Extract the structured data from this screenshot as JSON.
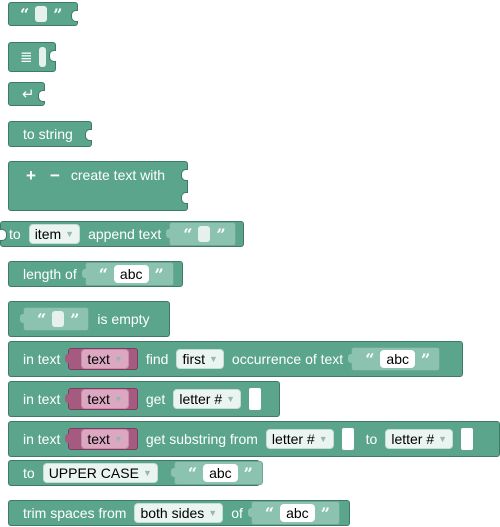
{
  "blocks": {
    "text": {
      "open_quote": "“",
      "close_quote": "”"
    },
    "multiline": {
      "icon": "≣"
    },
    "newline": {
      "icon": "↵"
    },
    "to_string": {
      "label": "to string"
    },
    "create_text": {
      "plus": "+",
      "minus": "−",
      "label": "create text with"
    },
    "append": {
      "to": "to",
      "var": "item",
      "label": "append text",
      "open_quote": "“",
      "close_quote": "”"
    },
    "length": {
      "label": "length of",
      "open_quote": "“",
      "value": "abc",
      "close_quote": "”"
    },
    "is_empty": {
      "open_quote": "“",
      "close_quote": "”",
      "label": "is empty"
    },
    "find": {
      "in_text": "in text",
      "var": "text",
      "find": "find",
      "mode": "first",
      "occurrence": "occurrence of text",
      "open_quote": "“",
      "value": "abc",
      "close_quote": "”"
    },
    "get_letter": {
      "in_text": "in text",
      "var": "text",
      "get": "get",
      "mode": "letter #"
    },
    "substring": {
      "in_text": "in text",
      "var": "text",
      "get": "get substring from",
      "from_mode": "letter #",
      "to": "to",
      "to_mode": "letter #"
    },
    "upper": {
      "to": "to",
      "mode": "UPPER CASE",
      "open_quote": "“",
      "value": "abc",
      "close_quote": "”"
    },
    "trim": {
      "label": "trim spaces from",
      "mode": "both sides",
      "of": "of",
      "open_quote": "“",
      "value": "abc",
      "close_quote": "”"
    }
  },
  "dropdown_icon": "▼"
}
